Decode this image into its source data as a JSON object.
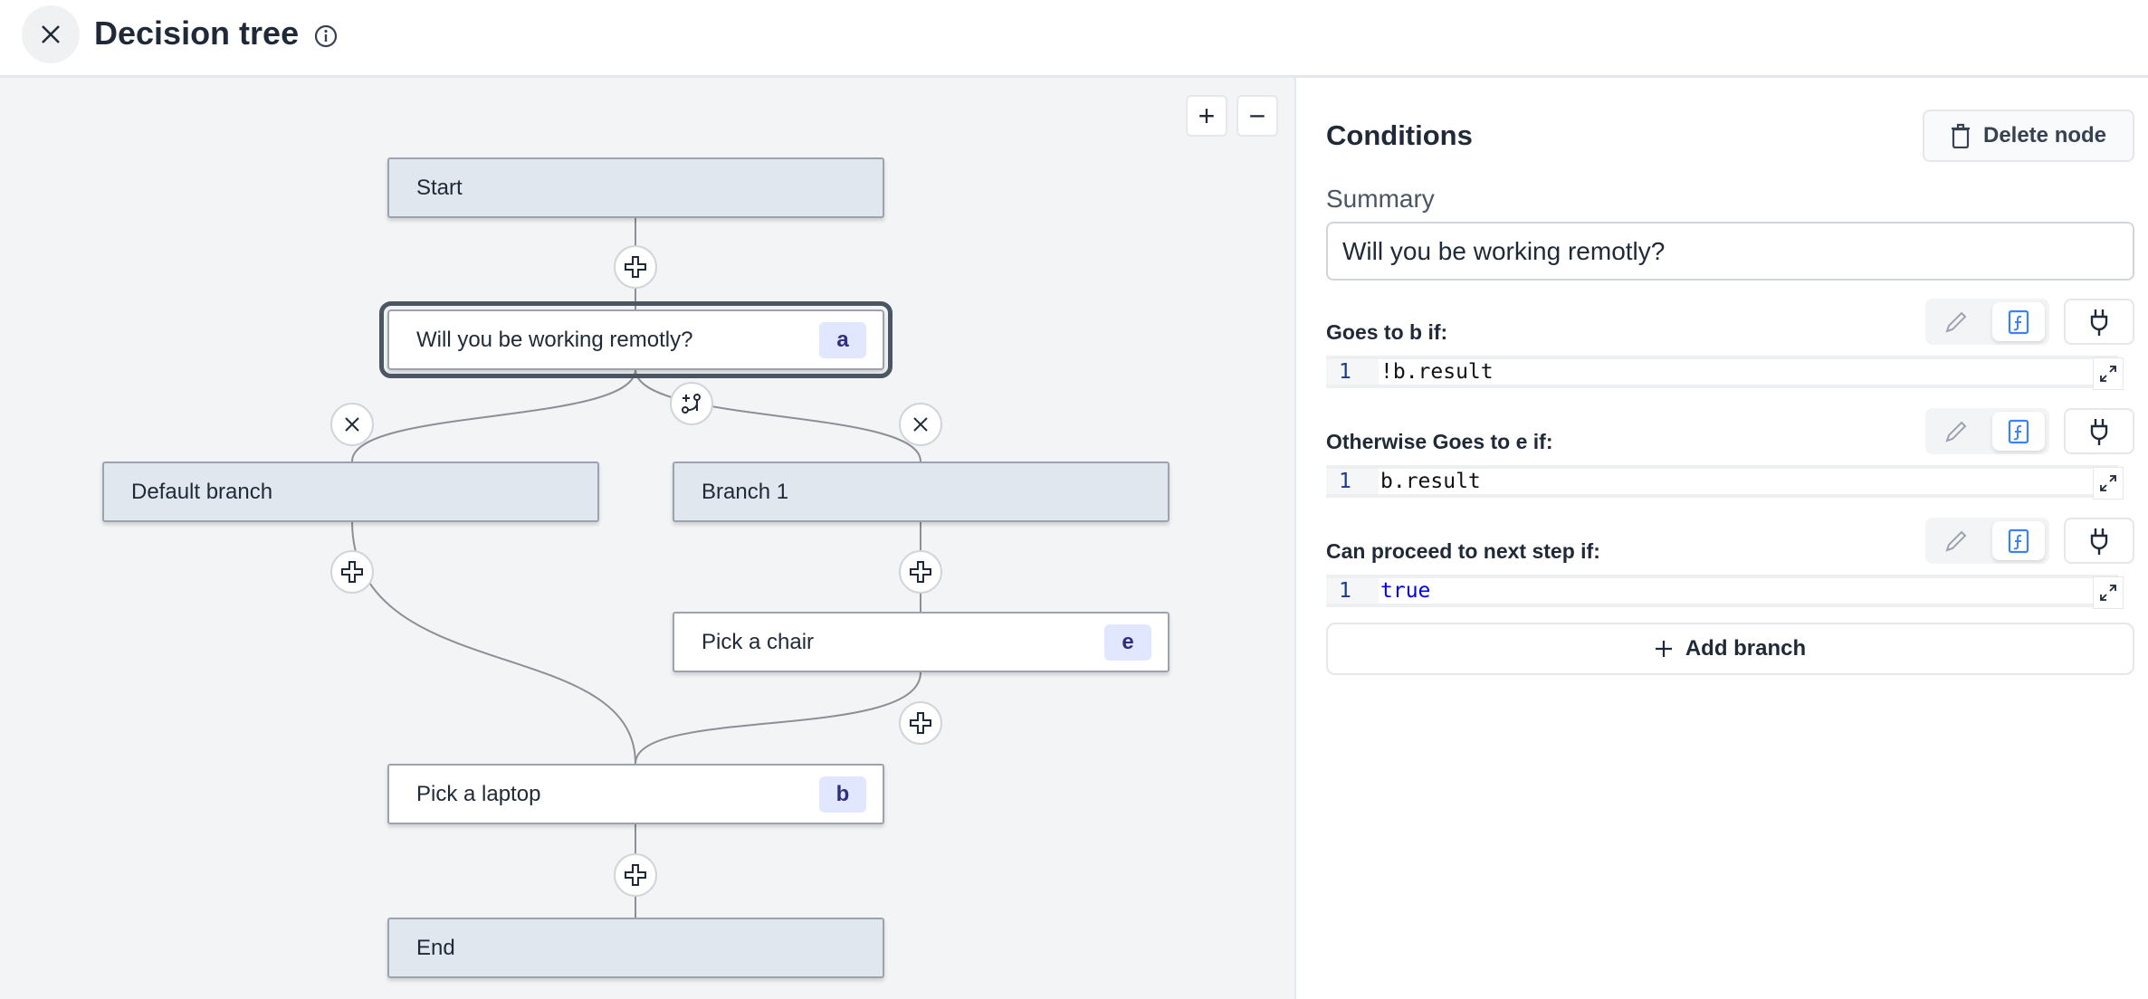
{
  "header": {
    "title": "Decision tree",
    "close_icon": "close-icon",
    "info_icon": "info-icon"
  },
  "canvas": {
    "zoom_in": "+",
    "zoom_out": "−",
    "nodes": {
      "start": {
        "label": "Start"
      },
      "question": {
        "label": "Will you be working remotly?",
        "badge": "a"
      },
      "default_branch": {
        "label": "Default branch"
      },
      "branch1": {
        "label": "Branch 1"
      },
      "chair": {
        "label": "Pick a chair",
        "badge": "e"
      },
      "laptop": {
        "label": "Pick a laptop",
        "badge": "b"
      },
      "end": {
        "label": "End"
      }
    }
  },
  "panel": {
    "title": "Conditions",
    "delete_label": "Delete node",
    "summary_label": "Summary",
    "summary_value": "Will you be working remotly?",
    "conditions": [
      {
        "label": "Goes to b if:",
        "line": "1",
        "code": "!b.result"
      },
      {
        "label": "Otherwise Goes to e if:",
        "line": "1",
        "code": "b.result"
      },
      {
        "label": "Can proceed to next step if:",
        "line": "1",
        "code": "true"
      }
    ],
    "add_branch_label": "Add branch"
  },
  "colors": {
    "canvas_bg": "#f3f4f6",
    "node_gray": "#e1e7ef",
    "badge_bg": "#e0e7ff",
    "accent_blue": "#3b82f6",
    "keyword_blue": "#0000ee"
  }
}
